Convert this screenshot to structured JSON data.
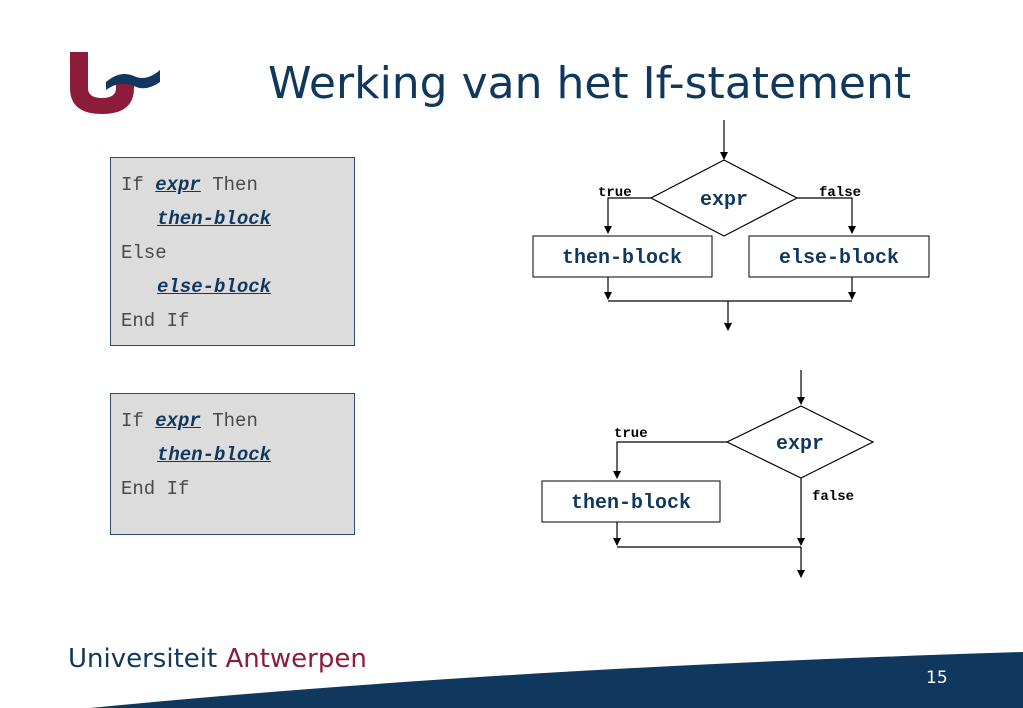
{
  "slide": {
    "title": "Werking van het If-statement",
    "page_number": "15"
  },
  "footer": {
    "university": "Universiteit",
    "city": "Antwerpen"
  },
  "code1": {
    "if_kw": "If",
    "expr": "expr",
    "then_kw": "Then",
    "then_block": "then-block",
    "else_kw": "Else",
    "else_block": "else-block",
    "end_kw": "End If"
  },
  "code2": {
    "if_kw": "If",
    "expr": "expr",
    "then_kw": "Then",
    "then_block": "then-block",
    "end_kw": "End If"
  },
  "flow1": {
    "condition": "expr",
    "true_label": "true",
    "false_label": "false",
    "then_block": "then-block",
    "else_block": "else-block"
  },
  "flow2": {
    "condition": "expr",
    "true_label": "true",
    "false_label": "false",
    "then_block": "then-block"
  },
  "colors": {
    "navy": "#10385f",
    "burgundy": "#8c1c39",
    "code_bg": "#dcdcdc"
  }
}
